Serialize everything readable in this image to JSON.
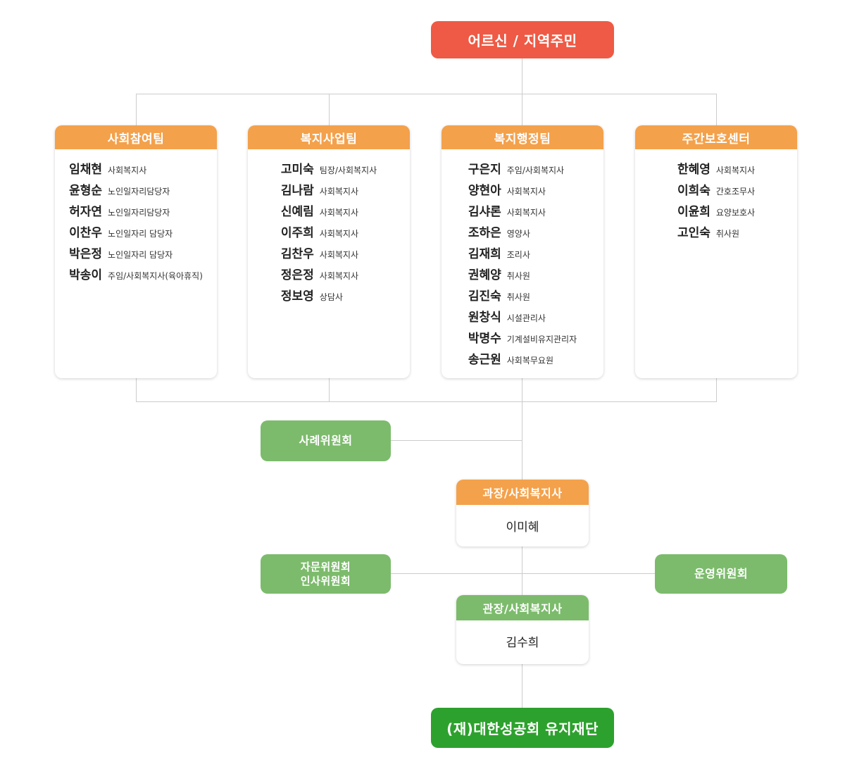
{
  "colors": {
    "root_red": "#ee5a45",
    "header_orange": "#f4a14b",
    "committee_green": "#7cbb6c",
    "foundation_green": "#2da12d",
    "connector_gray": "#cccccc"
  },
  "root": {
    "label": "어르신 / 지역주민"
  },
  "teams": [
    {
      "title": "사회참여팀",
      "members": [
        {
          "name": "임채현",
          "title": "사회복지사"
        },
        {
          "name": "윤형순",
          "title": "노인일자리담당자"
        },
        {
          "name": "허자연",
          "title": "노인일자리담당자"
        },
        {
          "name": "이찬우",
          "title": "노인일자리 담당자"
        },
        {
          "name": "박은정",
          "title": "노인일자리 담당자"
        },
        {
          "name": "박송이",
          "title": "주임/사회복지사(육아휴직)"
        }
      ]
    },
    {
      "title": "복지사업팀",
      "members": [
        {
          "name": "고미숙",
          "title": "팀장/사회복지사"
        },
        {
          "name": "김나람",
          "title": "사회복지사"
        },
        {
          "name": "신예림",
          "title": "사회복지사"
        },
        {
          "name": "이주희",
          "title": "사회복지사"
        },
        {
          "name": "김찬우",
          "title": "사회복지사"
        },
        {
          "name": "정은정",
          "title": "사회복지사"
        },
        {
          "name": "정보영",
          "title": "상담사"
        }
      ]
    },
    {
      "title": "복지행정팀",
      "members": [
        {
          "name": "구은지",
          "title": "주임/사회복지사"
        },
        {
          "name": "양현아",
          "title": "사회복지사"
        },
        {
          "name": "김샤론",
          "title": "사회복지사"
        },
        {
          "name": "조하은",
          "title": "영양사"
        },
        {
          "name": "김재희",
          "title": "조리사"
        },
        {
          "name": "권혜양",
          "title": "취사원"
        },
        {
          "name": "김진숙",
          "title": "취사원"
        },
        {
          "name": "원창식",
          "title": "시설관리사"
        },
        {
          "name": "박명수",
          "title": "기계설비유지관리자"
        },
        {
          "name": "송근원",
          "title": "사회복무요원"
        }
      ]
    },
    {
      "title": "주간보호센터",
      "members": [
        {
          "name": "한혜영",
          "title": "사회복지사"
        },
        {
          "name": "이희숙",
          "title": "간호조무사"
        },
        {
          "name": "이윤희",
          "title": "요양보호사"
        },
        {
          "name": "고인숙",
          "title": "취사원"
        }
      ]
    }
  ],
  "case_committee": {
    "label": "사례위원회"
  },
  "manager": {
    "header": "과장/사회복지사",
    "name": "이미혜"
  },
  "advisory_committee": {
    "lines": [
      "자문위원회",
      "인사위원회"
    ]
  },
  "steering_committee": {
    "label": "운영위원회"
  },
  "director": {
    "header": "관장/사회복지사",
    "name": "김수희"
  },
  "foundation": {
    "label": "(재)대한성공회 유지재단"
  }
}
